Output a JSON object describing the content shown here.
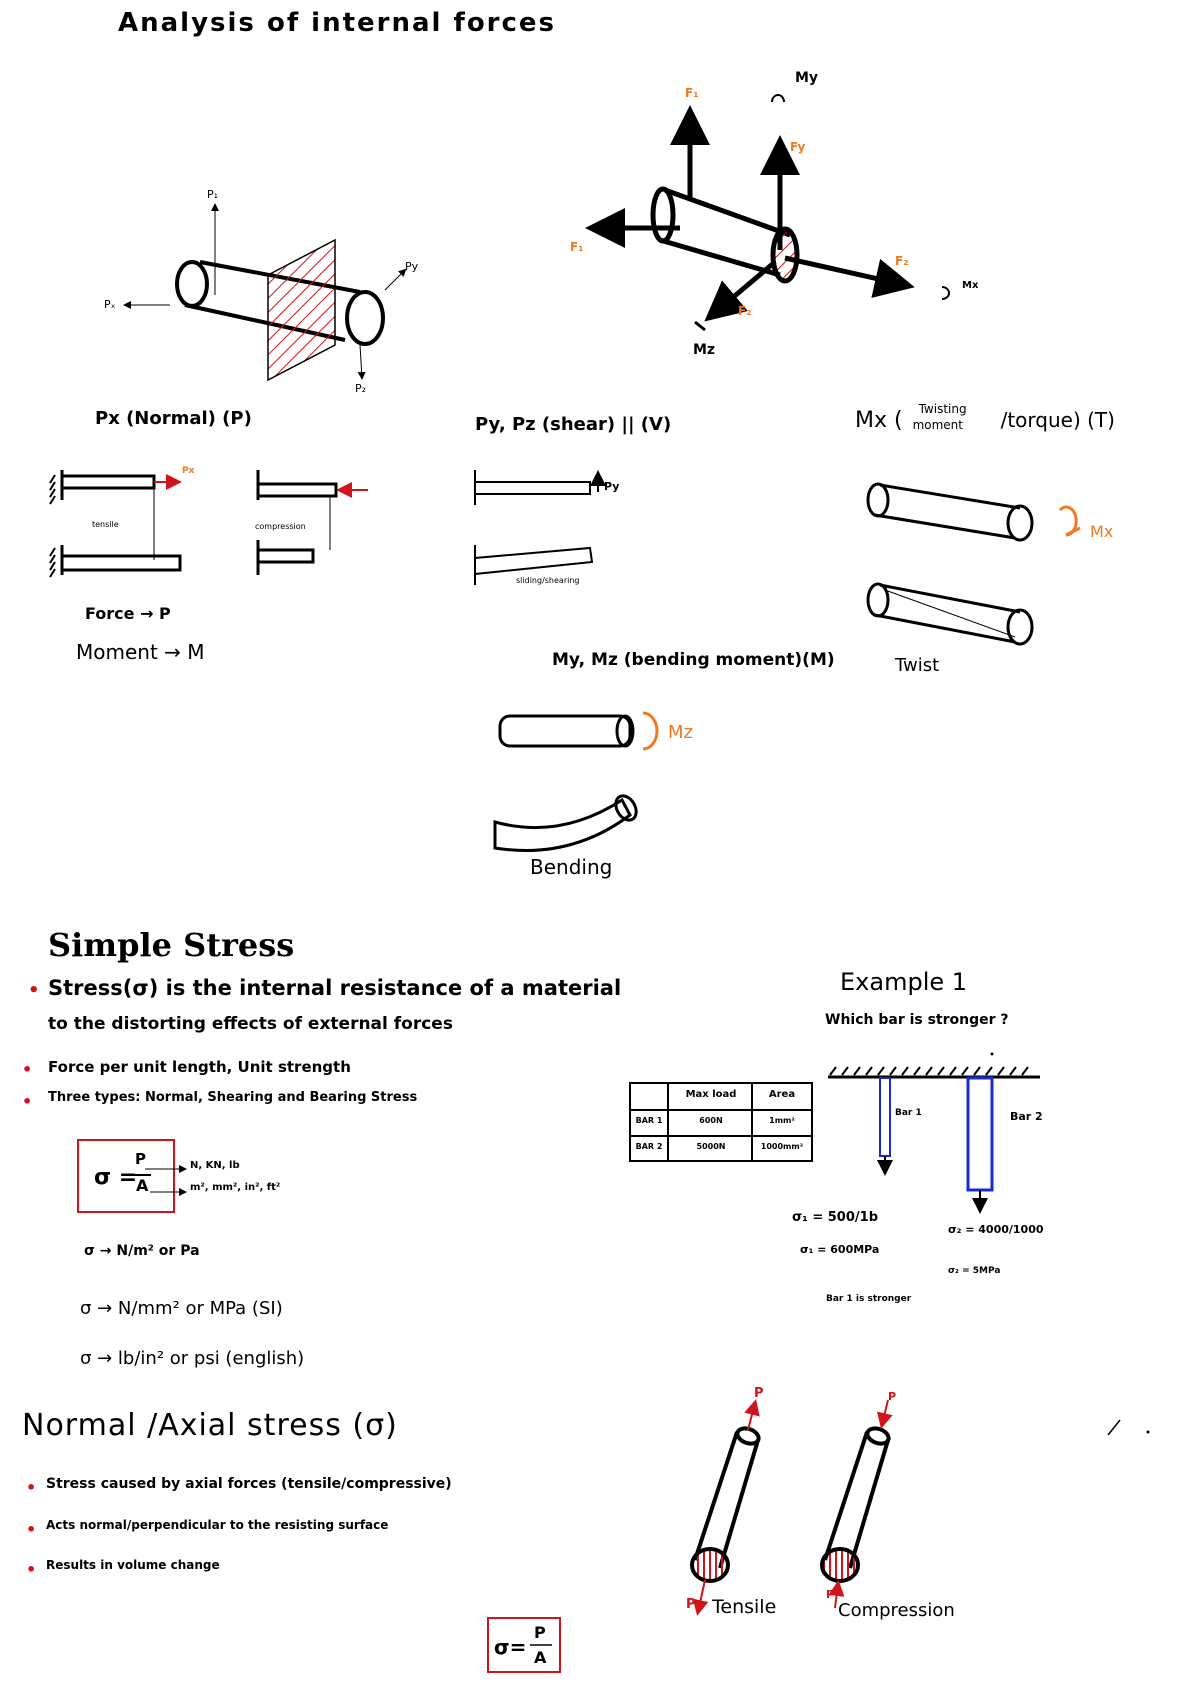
{
  "title": "Analysis of internal forces",
  "diagrams": {
    "cut_bar": {
      "p1": "P₁",
      "px": "Pₓ",
      "py": "Py",
      "pz": "P₂"
    },
    "axes_3d": {
      "my": "My",
      "fy": "Fy",
      "fx_top": "F₁",
      "fx_left": "F₁",
      "fz": "F₂",
      "fzz": "F₂",
      "mx": "Mx",
      "mz": "Mz"
    }
  },
  "sections": {
    "normal": {
      "heading": "Px (Normal) (P)",
      "px_label": "Px",
      "tensile": "tensile",
      "compression": "compression",
      "force_line": "Force → P",
      "moment_line": "Moment → M"
    },
    "shear": {
      "heading": "Py, Pz (shear) || (V)",
      "py_label": "Py",
      "sliding": "sliding/shearing"
    },
    "twist": {
      "heading_pre": "Mx (",
      "heading_twisting": "Twisting",
      "heading_moment": "moment",
      "heading_post": "/torque) (T)",
      "mx_label": "Mx",
      "twist_label": "Twist"
    },
    "bending": {
      "heading": "My, Mz (bending moment)(M)",
      "mz_label": "Mz",
      "bending_label": "Bending"
    }
  },
  "simple_stress": {
    "heading": "Simple Stress",
    "bullets": [
      "Stress(σ) is the internal resistance of a material",
      "to the distorting effects of external forces",
      "Force per unit length, Unit strength",
      "Three types: Normal, Shearing and Bearing Stress"
    ],
    "formula_sigma": "σ =",
    "formula_num": "P",
    "formula_den": "A",
    "num_units": "N, KN, lb",
    "den_units": "m², mm², in², ft²",
    "units": [
      "σ → N/m² or Pa",
      "σ → N/mm² or MPa (SI)",
      "σ → lb/in² or psi (english)"
    ]
  },
  "example": {
    "heading": "Example 1",
    "question": "Which bar is stronger ?",
    "table": {
      "headers": [
        "",
        "Max load",
        "Area"
      ],
      "rows": [
        [
          "BAR 1",
          "600N",
          "1mm²"
        ],
        [
          "BAR 2",
          "5000N",
          "1000mm²"
        ]
      ]
    },
    "bar1": "Bar 1",
    "bar2": "Bar 2",
    "s1_calc": "σ₁ = 500/1b",
    "s1_result": "σ₁ = 600MPa",
    "s2_calc": "σ₂ = 4000/1000",
    "s2_result": "σ₂ = 5MPa",
    "conclusion": "Bar 1 is stronger"
  },
  "axial": {
    "heading": "Normal /Axial stress (σ)",
    "bullets": [
      "Stress caused by axial forces (tensile/compressive)",
      "Acts normal/perpendicular to the resisting surface",
      "Results in volume change"
    ],
    "tensile_label": "Tensile",
    "compression_label": "Compression",
    "p_label": "P",
    "formula": "σ=",
    "formula_num": "P",
    "formula_den": "A"
  }
}
